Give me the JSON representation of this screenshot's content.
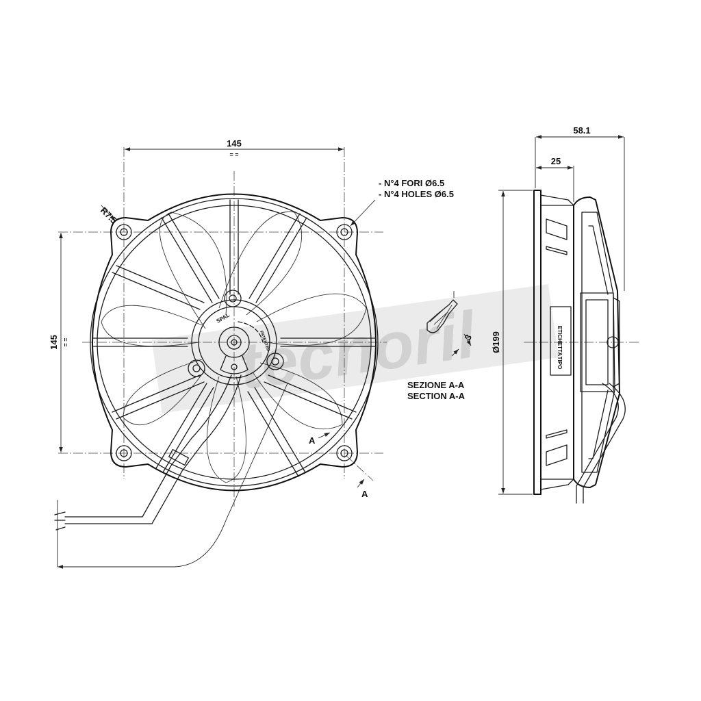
{
  "dimensions": {
    "front_width": "145",
    "front_height": "145",
    "fillet_radius": "R7.5",
    "depth_total": "58.1",
    "depth_partial": "25",
    "diameter": "Ø199",
    "section_thickness": "3"
  },
  "notes": {
    "holes_it": "- N°4 FORI Ø6.5",
    "holes_en": "- N°4 HOLES Ø6.5",
    "equal_mark": "= ="
  },
  "section": {
    "label_it": "SEZIONE A-A",
    "label_en": "SECTION A-A",
    "marker": "A"
  },
  "side_label": {
    "line1": "ETICHETTA",
    "line2": "TIPO"
  },
  "hub": {
    "brand": "SPAL",
    "patented": "PATENTED"
  },
  "watermark": {
    "text": "tecnoril"
  },
  "colors": {
    "line": "#1a1a1a",
    "watermark": "#cfcfcf",
    "background": "#ffffff"
  }
}
